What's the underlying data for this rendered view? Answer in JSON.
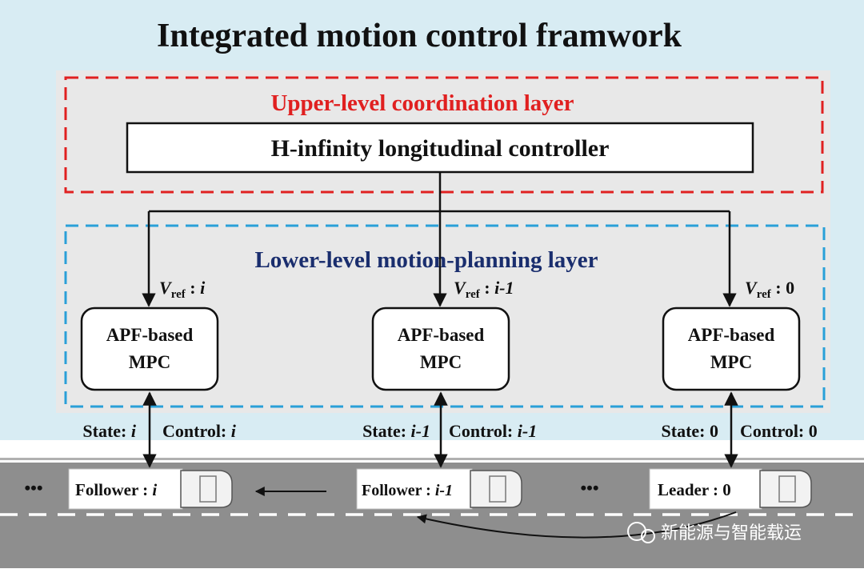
{
  "title": "Integrated motion control framwork",
  "upper_layer": {
    "label": "Upper-level coordination layer",
    "controller": "H-infinity longitudinal controller",
    "color": "#e02020"
  },
  "lower_layer": {
    "label": "Lower-level motion-planning layer",
    "color": "#1a2e6e",
    "border_color": "#2aa0d8"
  },
  "vref": {
    "symbol": "V",
    "subscript": "ref",
    "sep": " : "
  },
  "units": [
    {
      "vref_index": "i",
      "box_line1": "APF-based",
      "box_line2": "MPC",
      "state_label": "State: ",
      "state_index": "i",
      "control_label": "Control: ",
      "control_index": "i",
      "vehicle_label": "Follower : ",
      "vehicle_index": "i"
    },
    {
      "vref_index": "i-1",
      "box_line1": "APF-based",
      "box_line2": "MPC",
      "state_label": "State: ",
      "state_index": "i-1",
      "control_label": "Control: ",
      "control_index": "i-1",
      "vehicle_label": "Follower : ",
      "vehicle_index": "i-1"
    },
    {
      "vref_index": "0",
      "box_line1": "APF-based",
      "box_line2": "MPC",
      "state_label": "State: ",
      "state_index": "0",
      "control_label": "Control: ",
      "control_index": "0",
      "vehicle_label": "Leader : ",
      "vehicle_index": "0"
    }
  ],
  "road": {
    "ellipsis_left": "•••",
    "ellipsis_mid": "•••"
  },
  "watermark": "新能源与智能载运",
  "colors": {
    "background_top": "#d8ecf3",
    "panel_grey": "#e8e8e8",
    "road": "#8e8e8e",
    "upper_border": "#e02020",
    "lower_border": "#2aa0d8"
  }
}
